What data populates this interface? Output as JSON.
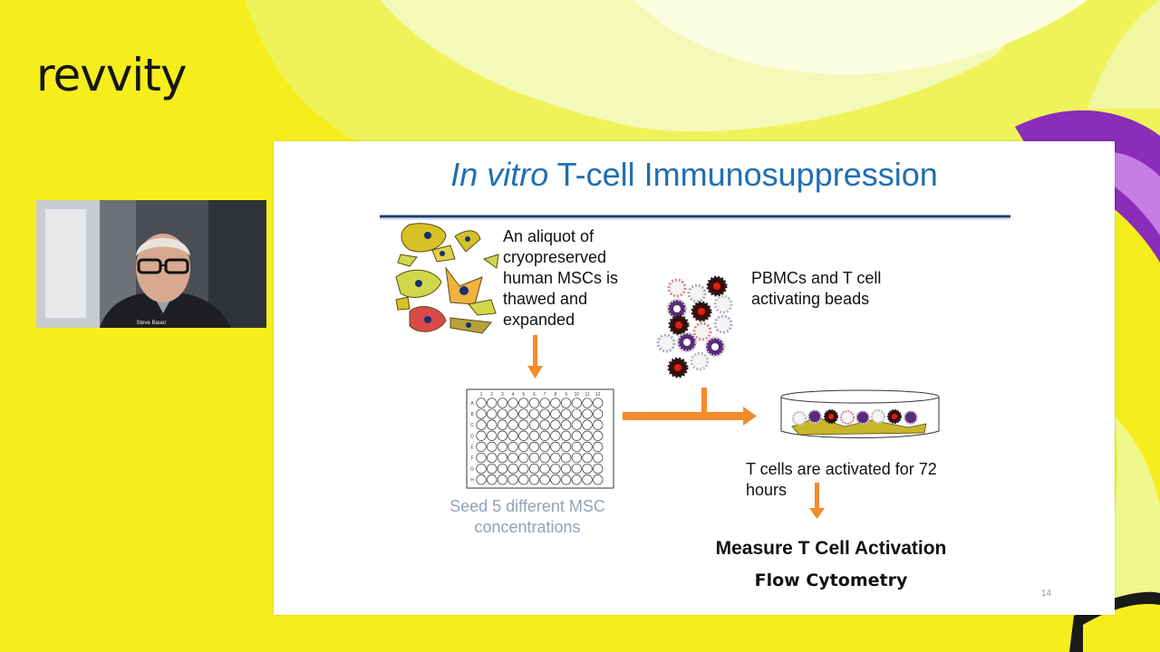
{
  "brand": {
    "logo_text": "revvity"
  },
  "video": {
    "participant_name": "Steve Bauer"
  },
  "slide": {
    "title_italic": "In vitro",
    "title_rest": " T-cell Immunosuppression",
    "msc_text": [
      "An aliquot of",
      "cryopreserved",
      "human MSCs is",
      "thawed and",
      "expanded"
    ],
    "pbmc_text": [
      "PBMCs  and T cell",
      "activating beads"
    ],
    "seed_text": [
      "Seed 5 different MSC",
      "concentrations"
    ],
    "activation_text": [
      "T cells are activated for 72",
      "hours"
    ],
    "measure_title": "Measure T Cell Activation",
    "measure_subtitle": "Flow Cytometry",
    "page_number": "14",
    "plate": {
      "columns": [
        "1",
        "2",
        "3",
        "4",
        "5",
        "6",
        "7",
        "8",
        "9",
        "10",
        "11",
        "12"
      ],
      "rows": [
        "A",
        "B",
        "C",
        "D",
        "E",
        "F",
        "G",
        "H"
      ]
    }
  },
  "colors": {
    "title_blue": "#1f6fb2",
    "arrow_orange": "#f58a2a",
    "background_yellow": "#f6ee1c",
    "caption_grey": "#8fa4b8"
  }
}
